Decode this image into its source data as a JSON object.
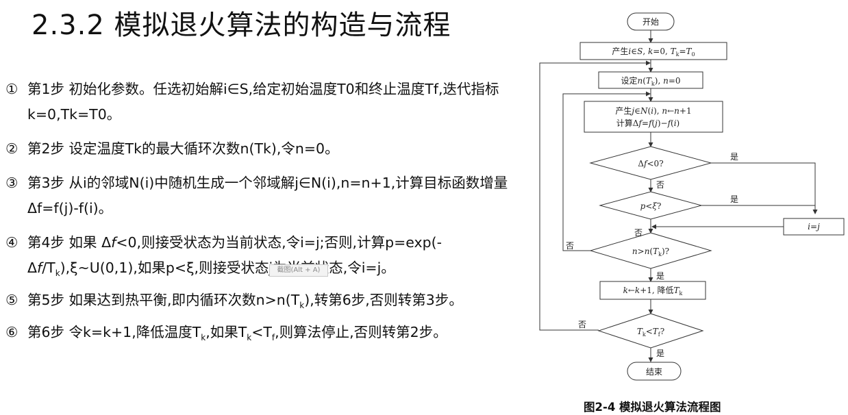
{
  "title": "2.3.2 模拟退火算法的构造与流程",
  "steps": [
    {
      "num": "①",
      "text_a": "第1步 初始化参数。任选初始解i∈S,给定初始温度T0和终止温度Tf,迭代指标k=0,Tk=T0。"
    },
    {
      "num": "②",
      "text_a": "第2步 设定温度Tk的最大循环次数n(Tk),令n=0。"
    },
    {
      "num": "③",
      "text_a": "第3步 从i的邻域N(i)中随机生成一个邻域解j∈N(i),n=n+1,计算目标函数增量 Δf=f(j)-f(i)。"
    },
    {
      "num": "④",
      "text_a": "第4步 如果 Δ",
      "text_b": "f",
      "text_c": "<0,则接受状态为当前状态,令i=j;否则,计算p=exp(-Δ",
      "text_d": "f",
      "text_e": "/T",
      "sub1": "k",
      "text_f": "),ξ~U(0,1),如果p<ξ,则接受状态j为当前状态,令i=j。"
    },
    {
      "num": "⑤",
      "text_a": "第5步 如果达到热平衡,即内循环次数n>n(T",
      "sub1": "k",
      "text_b": "),转第6步,否则转第3步。"
    },
    {
      "num": "⑥",
      "text_a": "第6步 令k=k+1,降低温度T",
      "sub1": "k",
      "text_b": ",如果T",
      "sub2": "k",
      "text_c": "<T",
      "sub3": "f",
      "text_d": ",则算法停止,否则转第2步。"
    }
  ],
  "tooltip": "截图(Alt + A)",
  "flowchart": {
    "start": "开始",
    "init": {
      "a": "产生",
      "i": "i",
      "b": "∈",
      "s": "S",
      "c": ", ",
      "k": "k",
      "d": "=0, ",
      "t": "T",
      "tk": "k",
      "e": "=",
      "t0": "T",
      "t0s": "0"
    },
    "set_n": {
      "a": "设定",
      "n": "n",
      "b": "(",
      "t": "T",
      "tk": "k",
      "c": "), ",
      "n2": "n",
      "d": "=0"
    },
    "gen": {
      "a": "产生",
      "j": "j",
      "b": "∈",
      "n": "N",
      "c": "(",
      "i": "i",
      "d": "), ",
      "n2": "n",
      "e": "←",
      "n3": "n",
      "f": "+1"
    },
    "calc": {
      "a": "计算Δ",
      "f": "f",
      "b": "=",
      "f2": "f",
      "c": "(",
      "j": "j",
      "d": ")−",
      "f3": "f",
      "e": "(",
      "i": "i",
      "g": ")"
    },
    "cond1": {
      "a": "Δ",
      "f": "f",
      "b": "<0?"
    },
    "cond2": {
      "p": "p",
      "b": "<",
      "xi": "ξ",
      "c": "?"
    },
    "assign": {
      "i": "i",
      "b": "=",
      "j": "j"
    },
    "cond3": {
      "n": "n",
      "b": ">",
      "n2": "n",
      "c": "(",
      "t": "T",
      "tk": "k",
      "d": ")?"
    },
    "update": {
      "k": "k",
      "b": "←",
      "k2": "k",
      "c": "+1, 降低",
      "t": "T",
      "tk": "k"
    },
    "cond4": {
      "t": "T",
      "tk": "k",
      "b": "<",
      "t2": "T",
      "tf": "f",
      "c": "?"
    },
    "end": "结束",
    "yes": "是",
    "no": "否"
  },
  "caption": "图2-4 模拟退火算法流程图"
}
